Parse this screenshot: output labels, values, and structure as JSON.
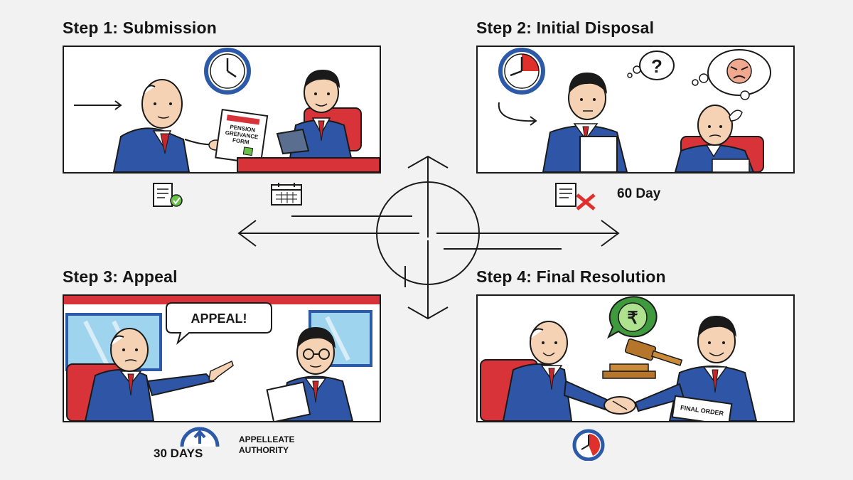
{
  "steps": {
    "step1": {
      "title": "Step 1: Submission",
      "form_lines": [
        "PENSION",
        "GREIVANCE",
        "FORM"
      ]
    },
    "step2": {
      "title": "Step 2: Initial Disposal",
      "thought_mark": "?",
      "caption": "60 Day"
    },
    "step3": {
      "title": "Step 3: Appeal",
      "speech": "APPEAL!",
      "days_caption": "30 DAYS",
      "authority_line1": "APPELLEATE",
      "authority_line2": "AUTHORITY"
    },
    "step4": {
      "title": "Step 4: Final Resolution",
      "currency_symbol": "₹",
      "document_label": "FINAL ORDER"
    }
  },
  "icons": [
    "clock-icon",
    "document-check-icon",
    "calendar-icon",
    "document-reject-icon",
    "stopwatch-icon",
    "upload-clock-icon",
    "gavel-icon",
    "rupee-icon"
  ],
  "colors": {
    "suit": "#2f56a6",
    "tie": "#c8262b",
    "chair": "#d9333a",
    "clock_ring": "#2d5aa8",
    "timer_red": "#e0302c",
    "rupee_green": "#3f9a3d",
    "outline": "#1a1a1a"
  }
}
